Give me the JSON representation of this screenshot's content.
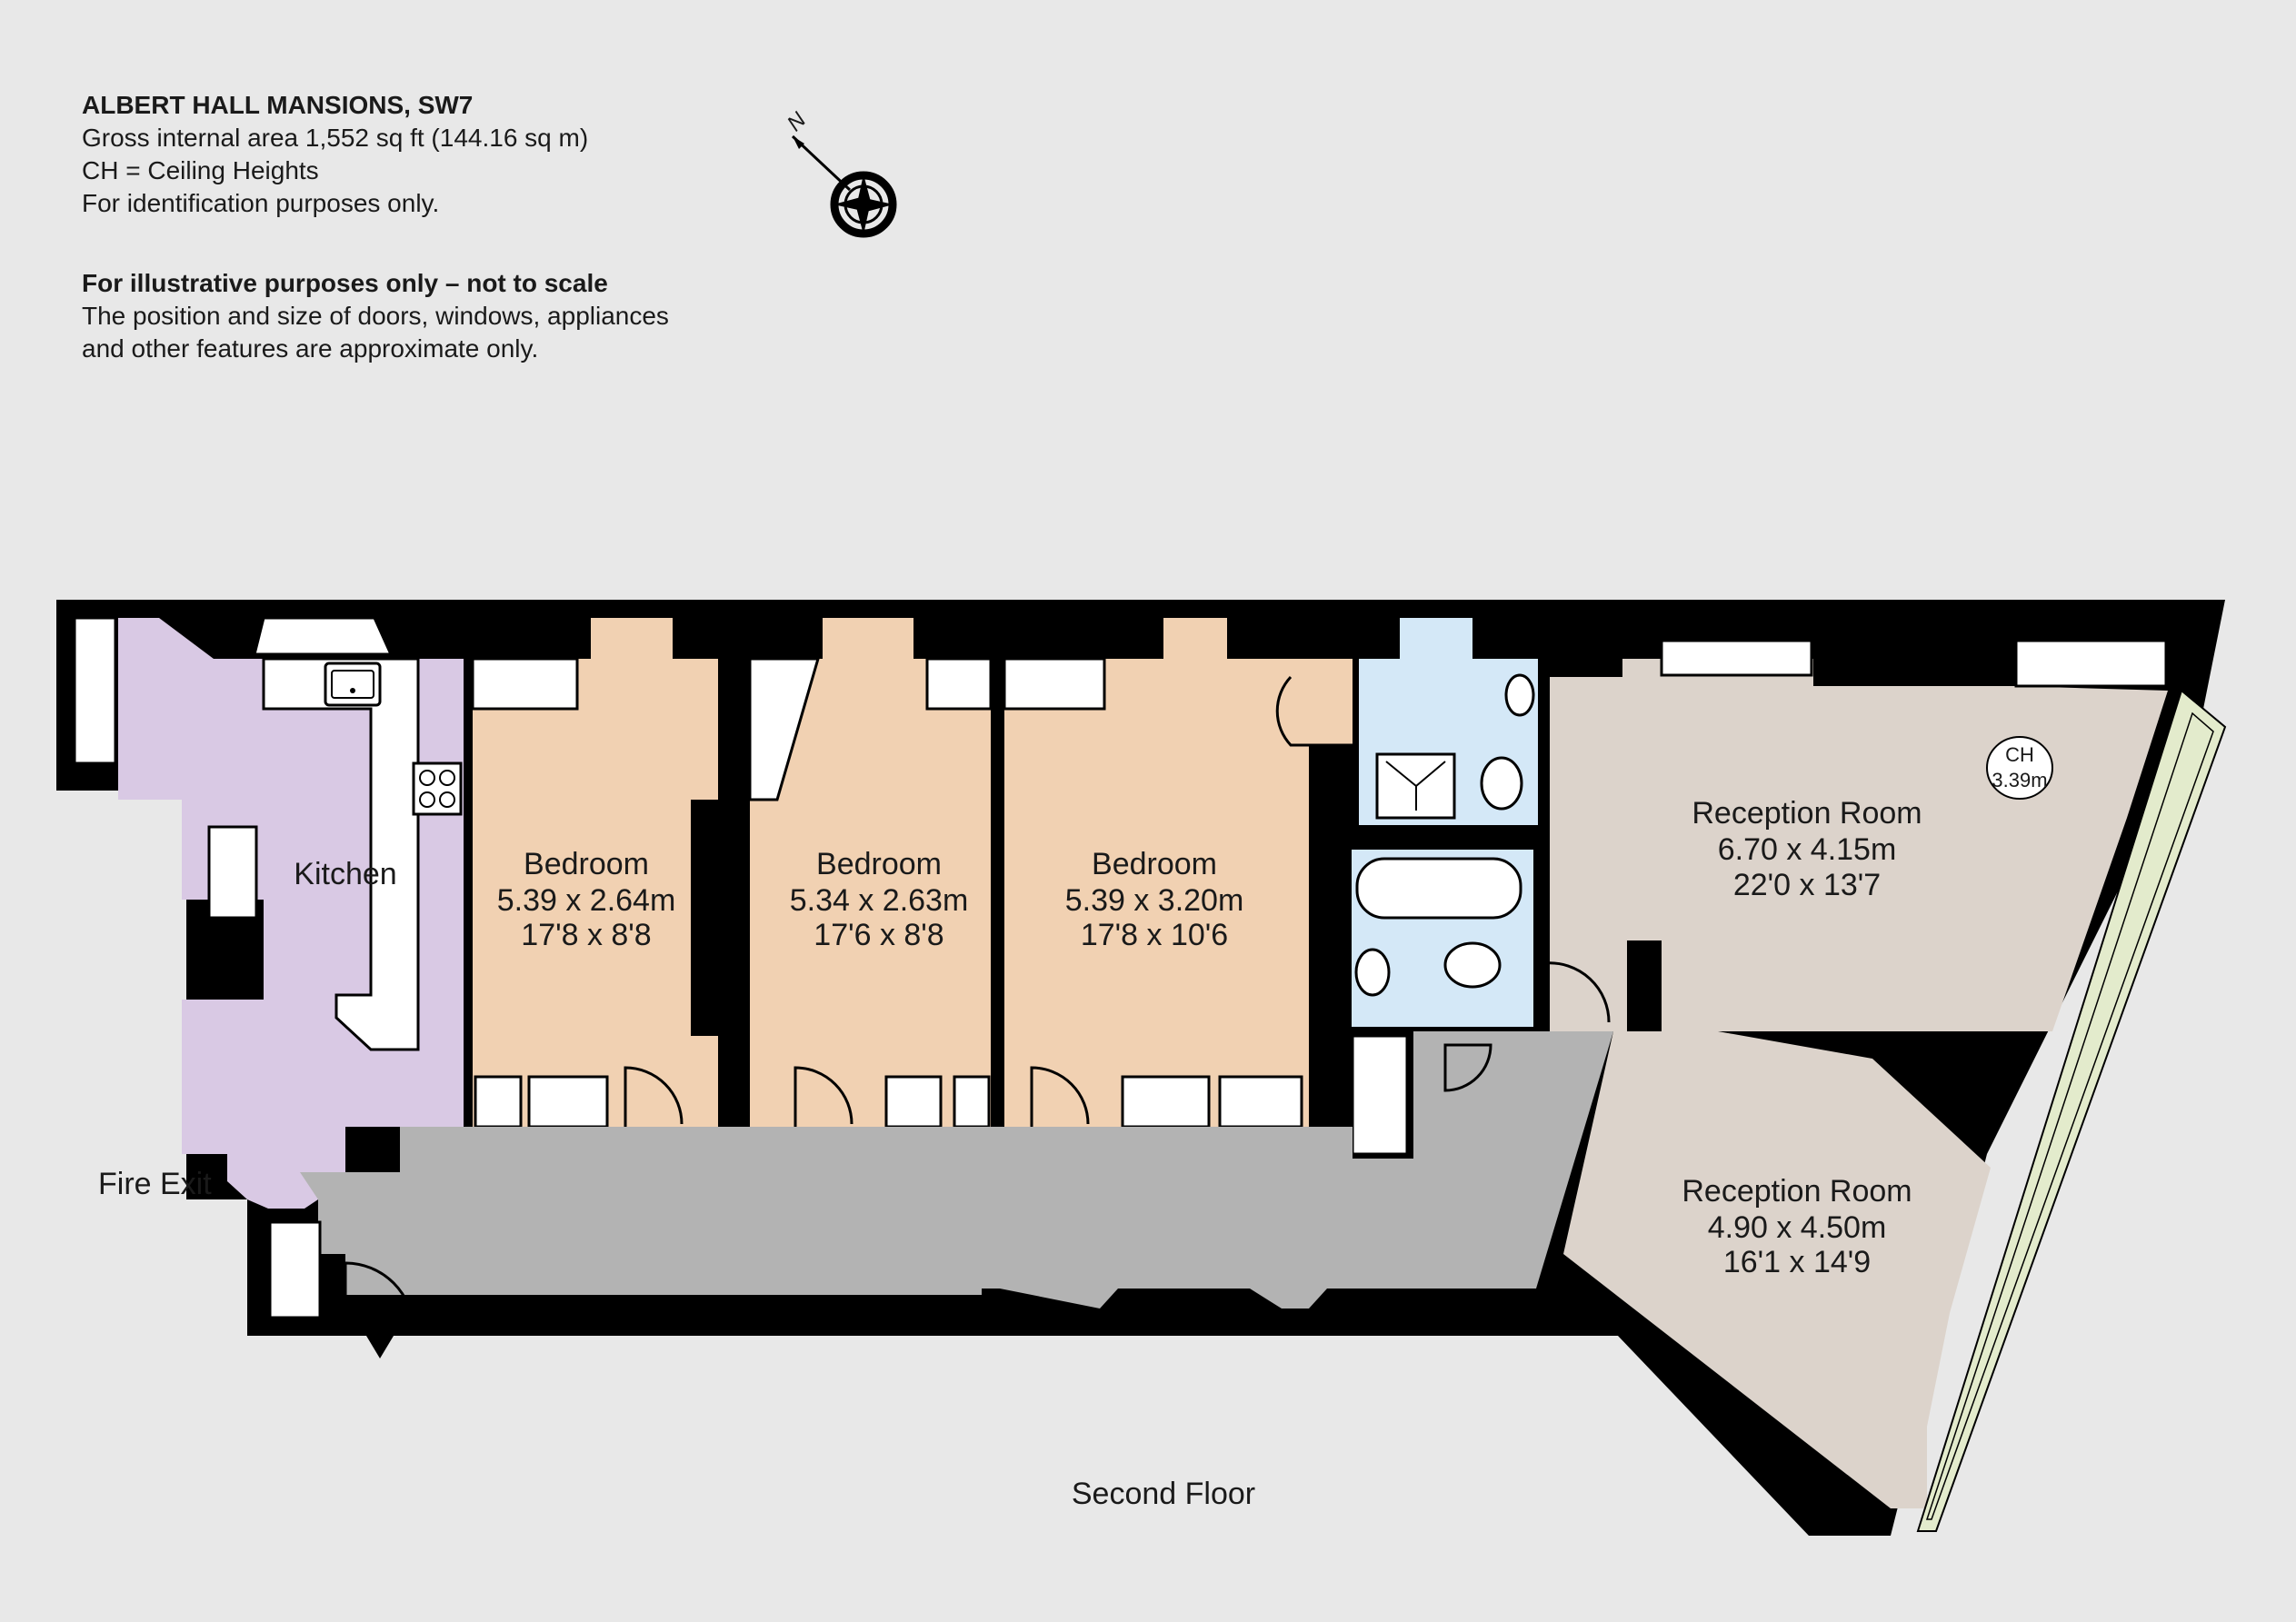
{
  "header": {
    "title": "ALBERT HALL MANSIONS, SW7",
    "area": "Gross internal area 1,552 sq ft (144.16 sq m)",
    "ch_note": "CH =  Ceiling Heights",
    "id_note": "For identification purposes only.",
    "disclaimer_title": "For illustrative purposes only – not to scale",
    "disclaimer_line1": "The position and size of doors, windows, appliances",
    "disclaimer_line2": "and other features are approximate  only."
  },
  "compass": {
    "label": "N",
    "icon": "north-compass-icon"
  },
  "rooms": {
    "kitchen": {
      "name": "Kitchen"
    },
    "bedroom1": {
      "name": "Bedroom",
      "metric": "5.39 x 2.64m",
      "imperial": "17'8 x 8'8"
    },
    "bedroom2": {
      "name": "Bedroom",
      "metric": "5.34 x 2.63m",
      "imperial": "17'6 x 8'8"
    },
    "bedroom3": {
      "name": "Bedroom",
      "metric": "5.39 x 3.20m",
      "imperial": "17'8 x 10'6"
    },
    "reception1": {
      "name": "Reception Room",
      "metric": "6.70 x 4.15m",
      "imperial": "22'0 x 13'7"
    },
    "reception2": {
      "name": "Reception Room",
      "metric": "4.90 x 4.50m",
      "imperial": "16'1 x 14'9"
    }
  },
  "ceiling_height": {
    "label": "CH",
    "value": "3.39m"
  },
  "fire_exit": "Fire Exit",
  "floor_label": "Second Floor",
  "colors": {
    "background": "#e8e8e8",
    "wall": "#000000",
    "kitchen": "#d9c9e4",
    "bedroom": "#f1d1b2",
    "bathroom": "#d4e8f7",
    "reception": "#dcd3cb",
    "hallway": "#b3b3b3",
    "balcony": "#e3ebcc"
  }
}
